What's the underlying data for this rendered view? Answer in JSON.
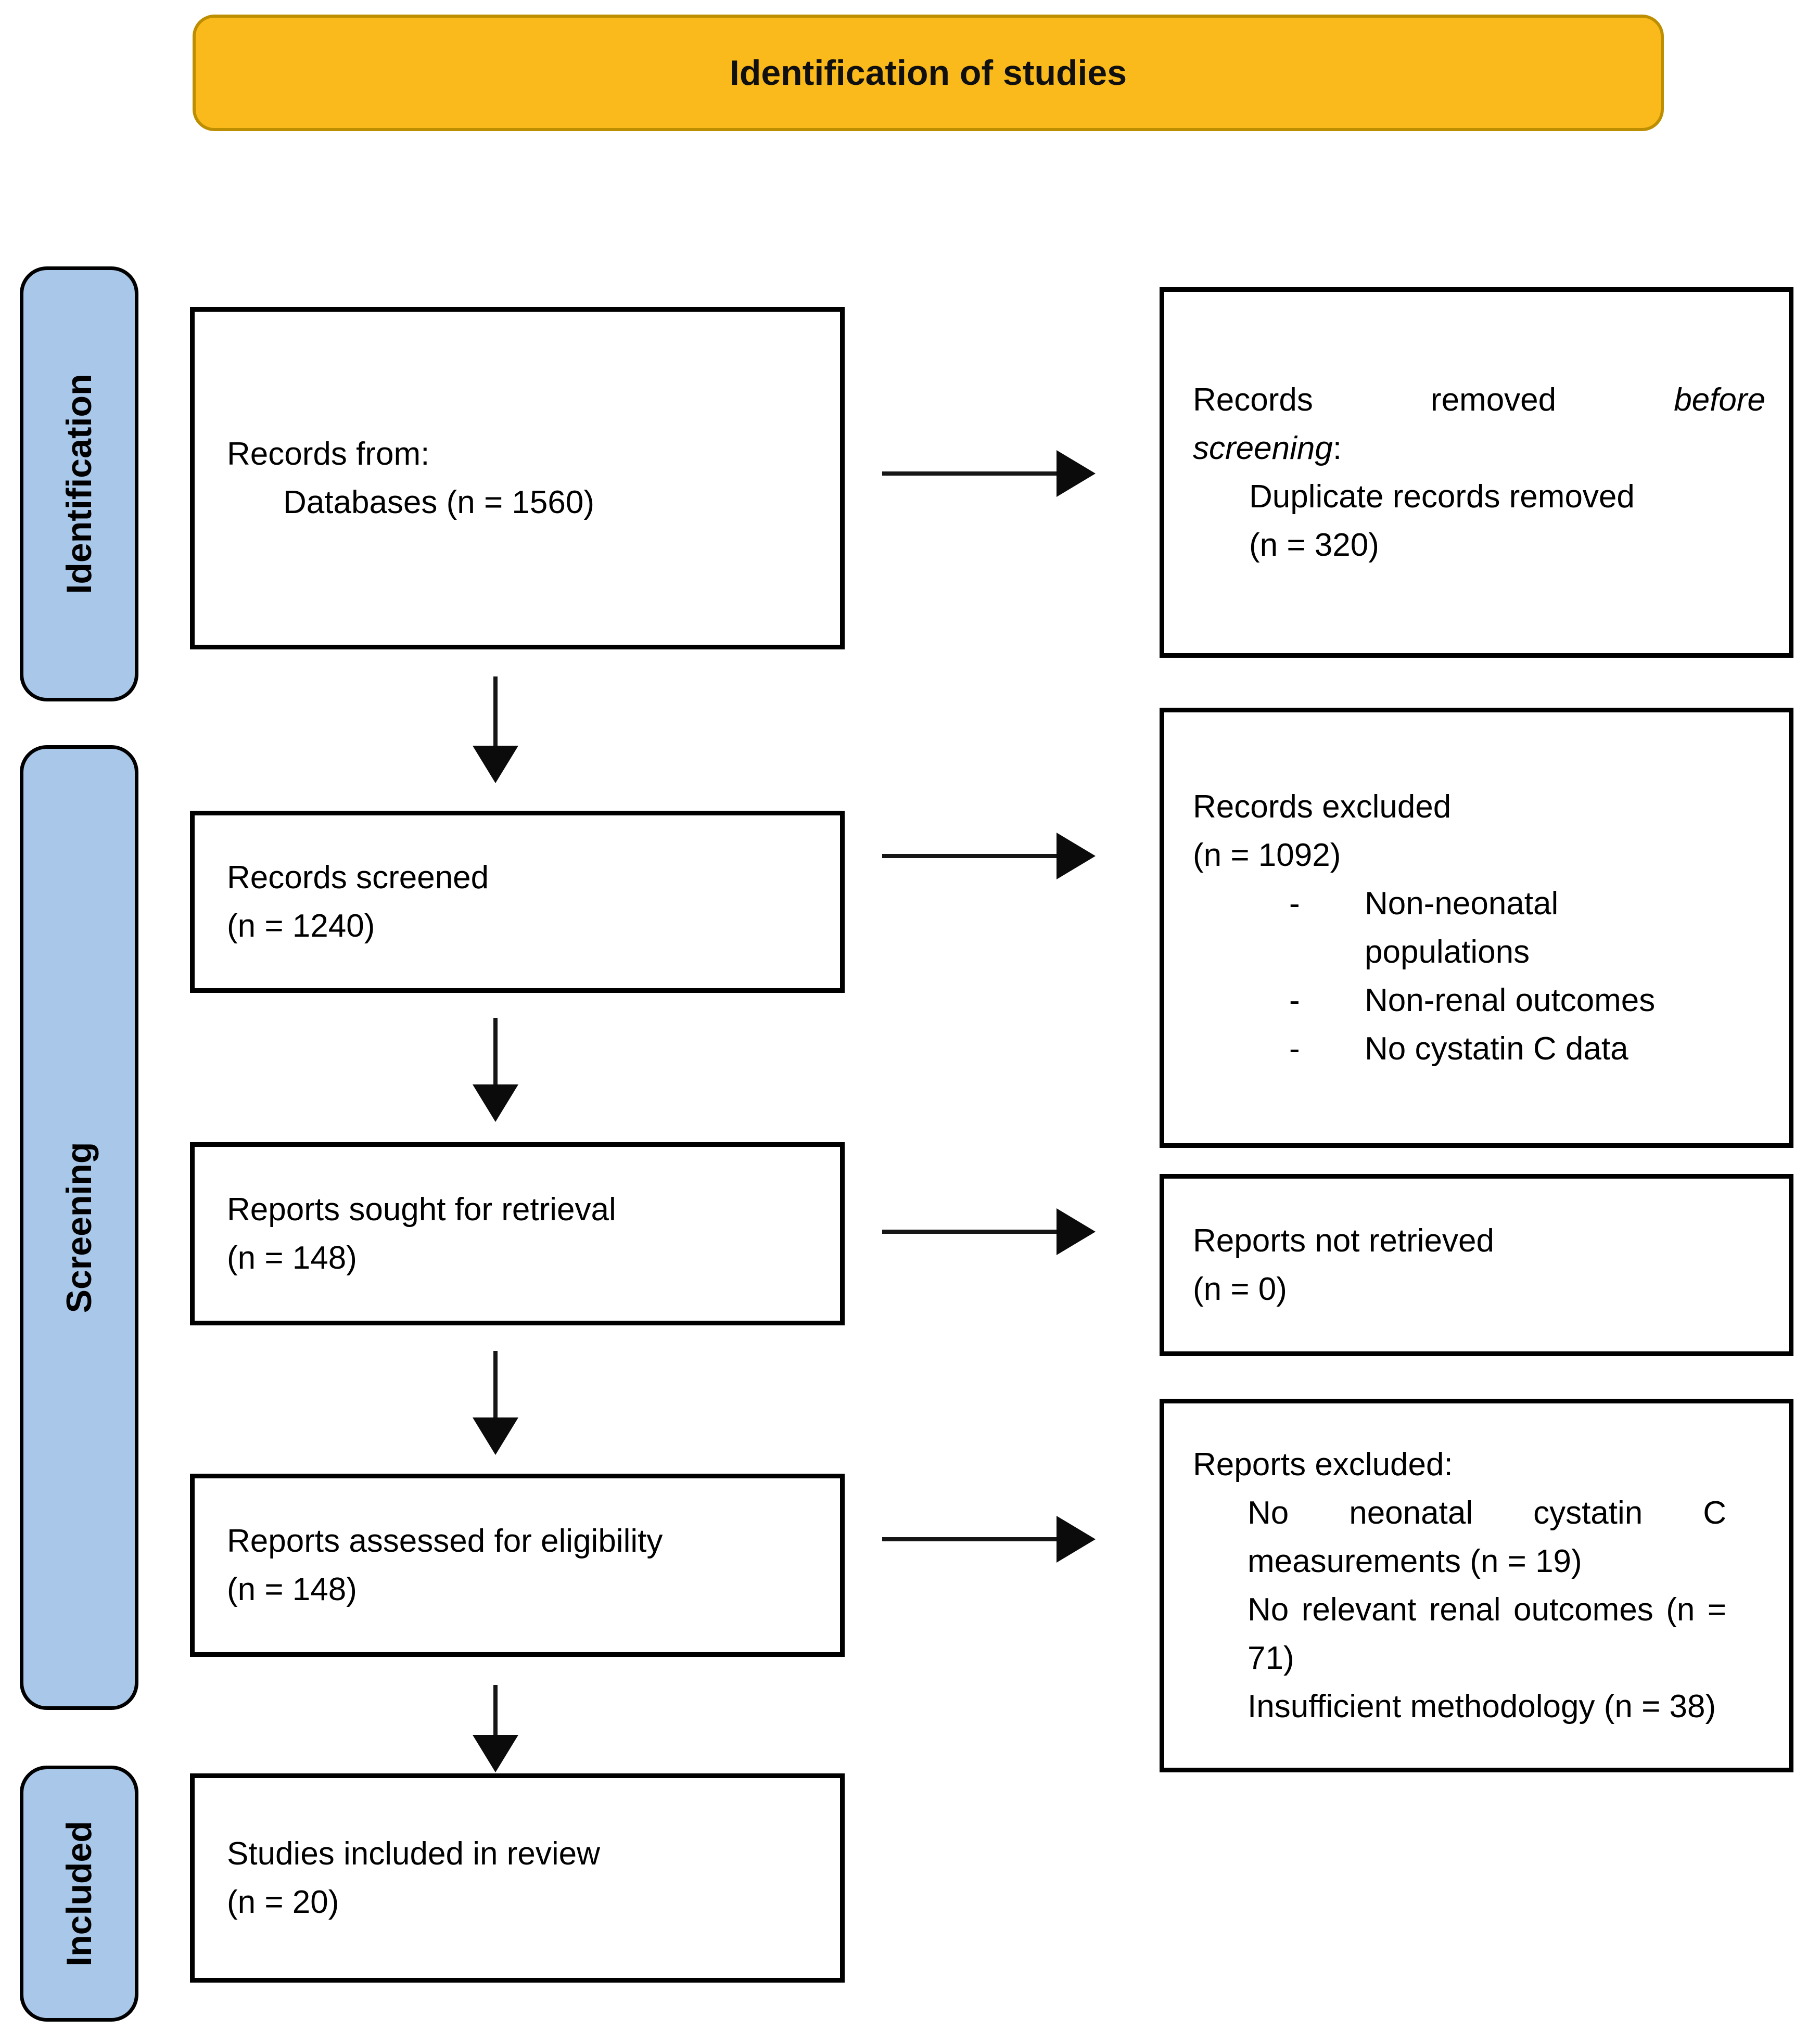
{
  "banner": {
    "title": "Identification of studies"
  },
  "colors": {
    "banner_fill": "#FBBA1B",
    "banner_border": "#BD8E00",
    "stage_fill": "#A9C7E8"
  },
  "sidebar": {
    "stages": [
      {
        "label": "Identification"
      },
      {
        "label": "Screening"
      },
      {
        "label": "Included"
      }
    ]
  },
  "flow": {
    "records_from": {
      "line1": "Records from:",
      "line2": "Databases (n = 1560)"
    },
    "records_screened": {
      "line1": "Records screened",
      "line2": "(n = 1240)"
    },
    "reports_sought": {
      "line1": "Reports sought for retrieval",
      "line2": "(n = 148)"
    },
    "reports_assessed": {
      "line1": "Reports assessed for eligibility",
      "line2": "(n = 148)"
    },
    "studies_included": {
      "line1": "Studies included in review",
      "line2": "(n = 20)"
    }
  },
  "exclusions": {
    "removed_before_screening": {
      "w1": "Records",
      "w2": "removed",
      "w3": "before",
      "line2_italic": "screening",
      "line2_suffix": ":",
      "detail_line1": "Duplicate records removed",
      "detail_line2": "(n = 320)"
    },
    "records_excluded": {
      "line1": "Records excluded",
      "line2": "(n = 1092)",
      "bullet": "-",
      "items": [
        "Non-neonatal populations",
        "Non-renal outcomes",
        "No cystatin C data"
      ]
    },
    "reports_not_retrieved": {
      "line1": "Reports not retrieved",
      "line2": "(n = 0)"
    },
    "reports_excluded": {
      "line1": "Reports excluded:",
      "items": [
        "No neonatal cystatin C measurements (n = 19)",
        "No relevant renal outcomes (n = 71)",
        "Insufficient methodology (n = 38)"
      ]
    }
  }
}
